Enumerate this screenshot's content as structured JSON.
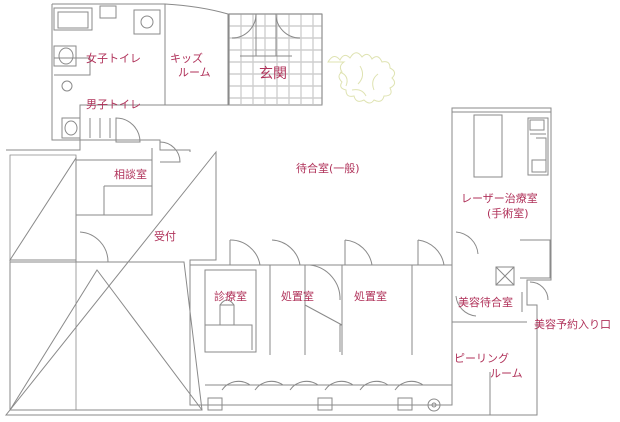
{
  "floor_plan": {
    "rooms": {
      "womens_toilet": "女子トイレ",
      "kids_room": "キッズ",
      "kids_room_2": "ルーム",
      "entrance": "玄関",
      "mens_toilet": "男子トイレ",
      "consult_room": "相談室",
      "waiting_general": "待合室(一般)",
      "laser_room": "レーザー治療室",
      "laser_room_2": "(手術室)",
      "reception": "受付",
      "exam_room": "診療室",
      "treatment_room_1": "処置室",
      "treatment_room_2": "処置室",
      "beauty_waiting": "美容待合室",
      "beauty_entrance": "美容予約入り口",
      "peeling_room": "ピーリング",
      "peeling_room_2": "ルーム"
    },
    "colors": {
      "label": "#b0325a",
      "wall": "#888888",
      "entrance_grid": "#d9d9d9",
      "plants": "#e6eabf"
    }
  }
}
